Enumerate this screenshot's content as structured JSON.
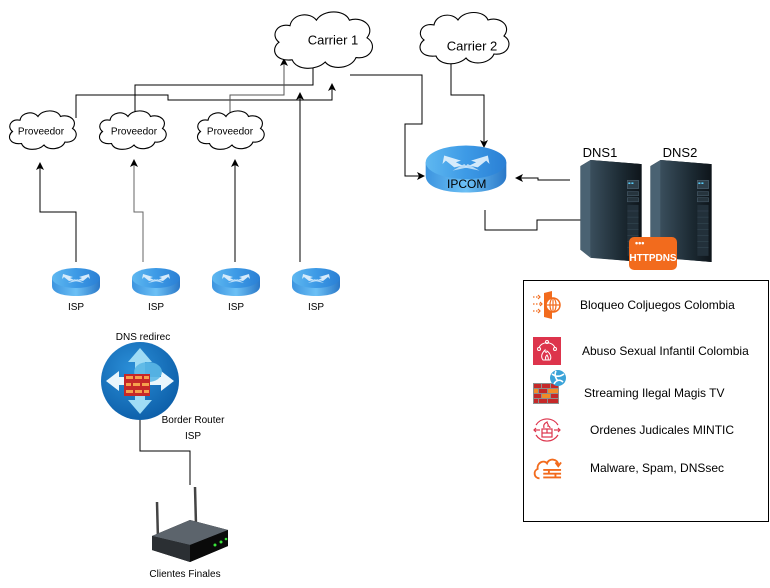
{
  "diagram": {
    "clouds": [
      {
        "id": "carrier-1",
        "label": "Carrier 1"
      },
      {
        "id": "carrier-2",
        "label": "Carrier 2"
      },
      {
        "id": "proveedor-1",
        "label": "Proveedor"
      },
      {
        "id": "proveedor-2",
        "label": "Proveedor"
      },
      {
        "id": "proveedor-3",
        "label": "Proveedor"
      }
    ],
    "isp_routers": [
      {
        "label": "ISP"
      },
      {
        "label": "ISP"
      },
      {
        "label": "ISP"
      },
      {
        "label": "ISP"
      }
    ],
    "ipcom": {
      "label": "IPCOM"
    },
    "dns_servers": [
      {
        "label": "DNS1"
      },
      {
        "label": "DNS2"
      }
    ],
    "httpdns_badge": {
      "label": "HTTPDNS",
      "dots": "•••",
      "color": "#f26b1d"
    },
    "border_router": {
      "top_label": "DNS redirec",
      "label_line1": "Border Router",
      "label_line2": "ISP"
    },
    "client_router": {
      "label": "Clientes Finales"
    },
    "legend": {
      "items": [
        {
          "icon": "firewall-globe-icon",
          "label": "Bloqueo Coljuegos Colombia",
          "color": "#f26b1d"
        },
        {
          "icon": "network-firewall-icon",
          "label": "Abuso Sexual Infantil Colombia",
          "color": "#dd344c"
        },
        {
          "icon": "brick-wall-globe-icon",
          "label": "Streaming Ilegal Magis TV",
          "color": "#c62828"
        },
        {
          "icon": "firewall-sync-icon",
          "label": "Ordenes Judicales MINTIC",
          "color": "#dd344c"
        },
        {
          "icon": "cloud-firewall-icon",
          "label": "Malware, Spam, DNSsec",
          "color": "#f26b1d"
        }
      ]
    }
  }
}
